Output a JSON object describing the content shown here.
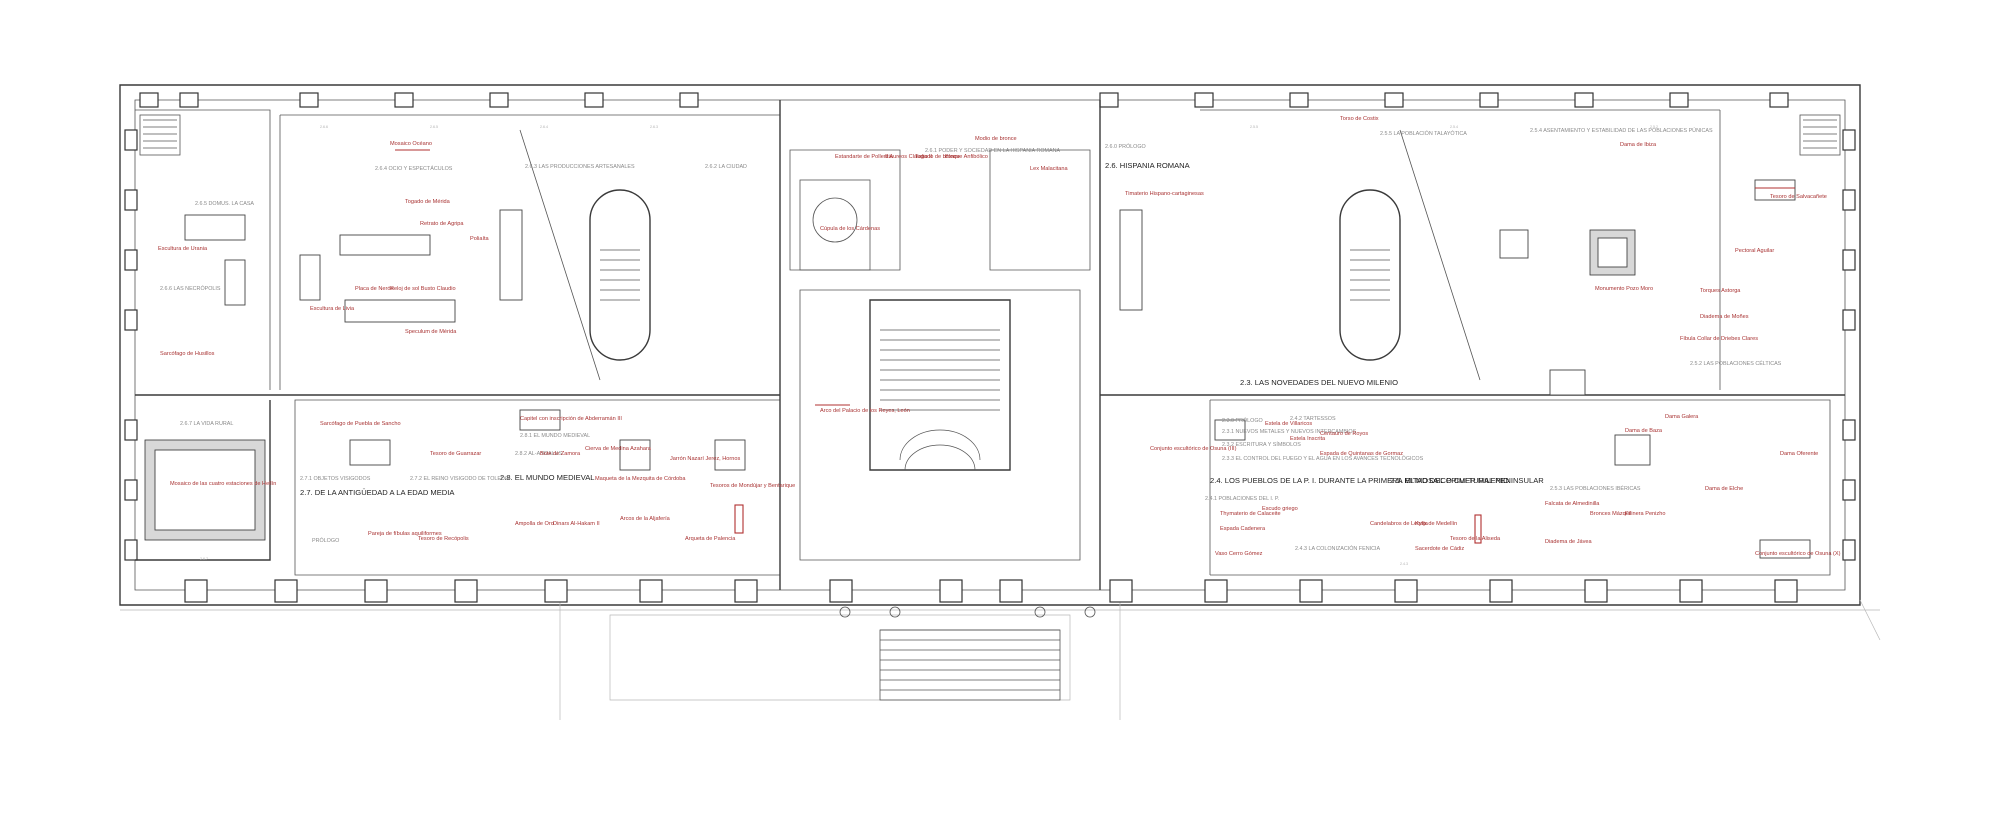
{
  "sections": {
    "s26": "2.6. HISPANIA ROMANA",
    "s23": "2.3. LAS NOVEDADES DEL NUEVO MILENIO",
    "s27": "2.7. DE LA ANTIGÜEDAD A LA EDAD MEDIA",
    "s28": "2.8. EL MUNDO MEDIEVAL",
    "s24": "2.4. LOS PUEBLOS DE LA P. I. DURANTE LA PRIMERA MITAD DEL PRIMER MILENIO",
    "s25": "2.5. EL MOSAICO CULTURAL PENINSULAR"
  },
  "subsections": [
    "2.6.5 DOMUS. LA CASA",
    "2.6.4 OCIO Y ESPECTÁCULOS",
    "2.6.3 LAS PRODUCCIONES ARTESANALES",
    "2.6.2 LA CIUDAD",
    "2.6.1 PODER Y SOCIEDAD EN LA HISPANIA ROMANA",
    "2.6.0 PRÓLOGO",
    "2.6.6 LAS NECRÓPOLIS",
    "2.6.7 LA VIDA RURAL",
    "2.5.5 LA POBLACIÓN TALAYÓTICA",
    "2.5.4 ASENTAMIENTO Y ESTABILIDAD DE LAS POBLACIONES PÚNICAS",
    "2.5.2 LAS POBLACIONES CÉLTICAS",
    "2.5.3 LAS POBLACIONES IBÉRICAS",
    "2.3.0 PRÓLOGO",
    "2.3.1 NUEVOS METALES Y NUEVOS INTERCAMBIOS",
    "2.3.2 ESCRITURA Y SÍMBOLOS",
    "2.3.3 EL CONTROL DEL FUEGO Y EL AGUA EN LOS AVANCES TECNOLÓGICOS",
    "2.4.1 POBLACIONES DEL I. P.",
    "2.4.2 TARTESSOS",
    "2.4.3 LA COLONIZACIÓN FENICIA",
    "2.7.1 OBJETOS VISIGODOS",
    "2.7.2 EL REINO VISIGODO DE TOLEDO",
    "2.8.1 EL MUNDO MEDIEVAL",
    "2.8.2 AL-ANDALUS"
  ],
  "objects": [
    "Mosaico Océano",
    "Togado de Mérida",
    "Retrato de Agripa",
    "Poliaíta",
    "Placa de Nerón",
    "Reloj de sol Busto Claudio",
    "Escultura de Livia",
    "Speculum de Mérida",
    "Escultura de Urania",
    "Sarcófago de Husillos",
    "Mosaico de las cuatro estaciones de Hellín",
    "Cúpula de los Cárdenas",
    "Estandarte de Pollentia",
    "8 Aureos Claudio II",
    "Togado de bronce",
    "Bloque Anfibólico",
    "Modio de bronce",
    "Lex Malacitana",
    "Timaterio Hispano-cartaginesas",
    "Conjunto escultórico de Osuna (X)",
    "Sarcófago de Puebla de Sancho",
    "Tesoro de Guarrazar",
    "Capitel con inscripción de Abderramán III",
    "Bote de Zamora",
    "Cierva de Medina Azahara",
    "Jarrón Nazarí Jerez, Hornos",
    "Maqueta de la Mezquita de Córdoba",
    "Arcos de la Aljafería",
    "Tesoros de Mondújar y Bentarique",
    "Arqueta de Palencia",
    "Pareja de fíbulas aquiliformes",
    "Tesoro de Recópolis",
    "Ampolla de Oro",
    "Dinars Al-Hakam II",
    "Arco del Palacio de los Reyes, León",
    "Conjunto escultórico de Osuna (III)",
    "Estela de Villaricos",
    "Estela Inscrita",
    "Centauro de Royos",
    "Espada de Quintanas de Gormaz",
    "Thymaterio de Calaceite",
    "Escudo griego",
    "Espada Cadenera",
    "Vaso Cerro Gómez",
    "Candelabros de Lebrija",
    "Kylix de Medellín",
    "Tesoro de la Aliseda",
    "Sacerdote de Cádiz",
    "Dama de Baza",
    "Dama Galera",
    "Dama Oferente",
    "Dama de Elche",
    "Bronces Mázquil",
    "Falcata de Almedinilla",
    "Pilinera Penizho",
    "Diadema de Jávea",
    "Monumento Pozo Moro",
    "Torques Astorga",
    "Diadema de Moñes",
    "Fíbula Collar de Driebes Clares",
    "Pectoral Aguilar",
    "Tesoro de Salvacañete",
    "Dama de Ibiza",
    "Torso de Costix"
  ],
  "labels": {
    "prologo": "PRÓLOGO"
  }
}
